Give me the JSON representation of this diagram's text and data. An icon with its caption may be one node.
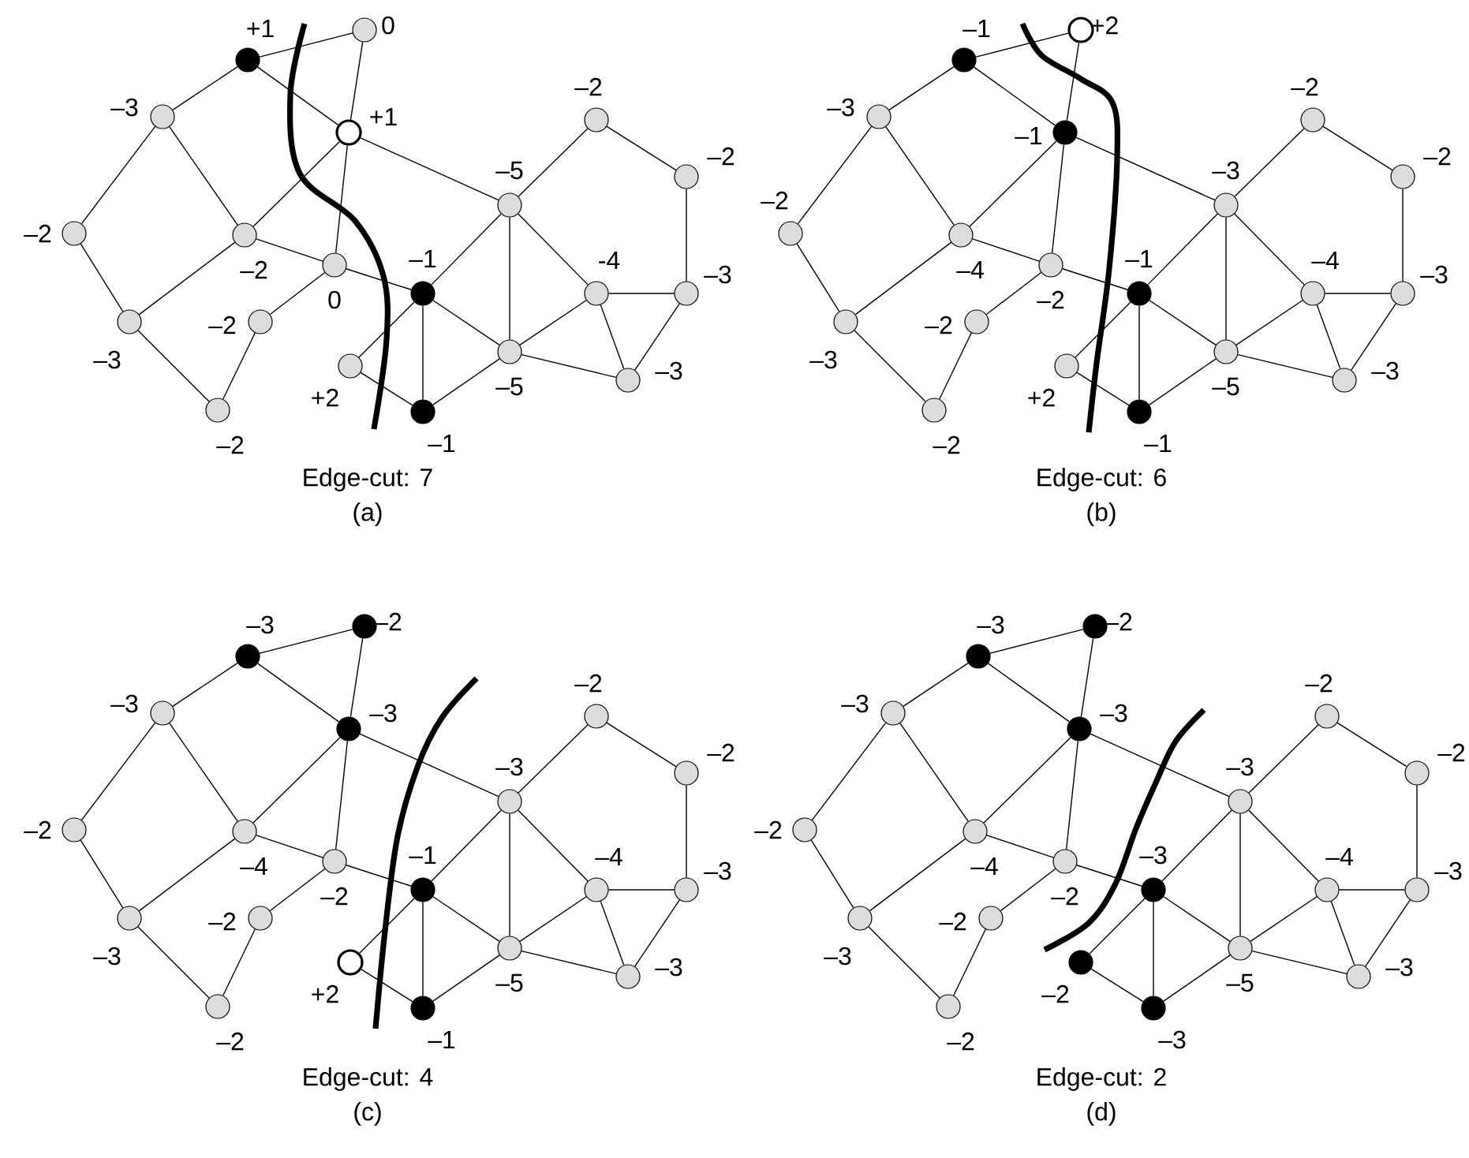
{
  "diagram": {
    "nodes": [
      {
        "text": [],
        "shape": "dot",
        "beside": [
          "+1"
        ]
      },
      {
        "text": [],
        "shape": "circle",
        "beside": [
          "0"
        ]
      },
      {
        "text": [],
        "shape": "ring",
        "beside": [
          "+1"
        ]
      },
      {
        "text": [],
        "shape": "circle",
        "beside": [
          "–3"
        ]
      },
      {
        "text": [],
        "shape": "circle",
        "beside": [
          "–2"
        ]
      },
      {
        "text": [],
        "shape": "circle",
        "beside": [
          "–2"
        ]
      },
      {
        "text": [],
        "shape": "circle",
        "beside": [
          "0"
        ]
      },
      {
        "text": [],
        "shape": "circle",
        "beside": [
          "–3"
        ]
      },
      {
        "text": [],
        "shape": "circle",
        "beside": [
          "–2"
        ]
      },
      {
        "text": [],
        "shape": "circle",
        "beside": [
          "–2"
        ]
      },
      {
        "text": [],
        "shape": "dot",
        "beside": [
          "–1"
        ]
      },
      {
        "text": [],
        "shape": "circle",
        "beside": [
          "+2"
        ]
      },
      {
        "text": [],
        "shape": "dot",
        "beside": [
          "–1"
        ]
      },
      {
        "text": [],
        "shape": "circle",
        "beside": [
          "–5"
        ]
      },
      {
        "text": [],
        "shape": "circle",
        "beside": [
          "–5"
        ]
      },
      {
        "text": [],
        "shape": "circle",
        "beside": [
          "–2"
        ]
      },
      {
        "text": [],
        "shape": "circle",
        "beside": [
          "–2"
        ]
      },
      {
        "text": [],
        "shape": "circle",
        "beside": [
          "-4"
        ]
      },
      {
        "text": [],
        "shape": "circle",
        "beside": [
          "–3"
        ]
      },
      {
        "text": [],
        "shape": "circle",
        "beside": [
          "–3"
        ]
      },
      {
        "text": [],
        "shape": "dot",
        "beside": [
          "–1"
        ]
      },
      {
        "text": [],
        "shape": "ring",
        "beside": [
          "+2"
        ]
      },
      {
        "text": [],
        "shape": "dot",
        "beside": [
          "–1"
        ]
      },
      {
        "text": [],
        "shape": "circle",
        "beside": [
          "–3"
        ]
      },
      {
        "text": [],
        "shape": "circle",
        "beside": [
          "–2"
        ]
      },
      {
        "text": [],
        "shape": "circle",
        "beside": [
          "–4"
        ]
      },
      {
        "text": [],
        "shape": "circle",
        "beside": [
          "–2"
        ]
      },
      {
        "text": [],
        "shape": "circle",
        "beside": [
          "–3"
        ]
      },
      {
        "text": [],
        "shape": "circle",
        "beside": [
          "–2"
        ]
      },
      {
        "text": [],
        "shape": "circle",
        "beside": [
          "–2"
        ]
      },
      {
        "text": [],
        "shape": "dot",
        "beside": [
          "–1"
        ]
      },
      {
        "text": [],
        "shape": "circle",
        "beside": [
          "+2"
        ]
      },
      {
        "text": [],
        "shape": "dot",
        "beside": [
          "–1"
        ]
      },
      {
        "text": [],
        "shape": "circle",
        "beside": [
          "–3"
        ]
      },
      {
        "text": [],
        "shape": "circle",
        "beside": [
          "–5"
        ]
      },
      {
        "text": [],
        "shape": "circle",
        "beside": [
          "–2"
        ]
      },
      {
        "text": [],
        "shape": "circle",
        "beside": [
          "–2"
        ]
      },
      {
        "text": [],
        "shape": "circle",
        "beside": [
          "–4"
        ]
      },
      {
        "text": [],
        "shape": "circle",
        "beside": [
          "–3"
        ]
      },
      {
        "text": [],
        "shape": "circle",
        "beside": [
          "–3"
        ]
      },
      {
        "text": [],
        "shape": "dot",
        "beside": [
          "–3"
        ]
      },
      {
        "text": [],
        "shape": "dot",
        "beside": [
          "–2"
        ]
      },
      {
        "text": [],
        "shape": "dot",
        "beside": [
          "–3"
        ]
      },
      {
        "text": [],
        "shape": "circle",
        "beside": [
          "–3"
        ]
      },
      {
        "text": [],
        "shape": "circle",
        "beside": [
          "–2"
        ]
      },
      {
        "text": [],
        "shape": "circle",
        "beside": [
          "–4"
        ]
      },
      {
        "text": [],
        "shape": "circle",
        "beside": [
          "–2"
        ]
      },
      {
        "text": [],
        "shape": "circle",
        "beside": [
          "–3"
        ]
      },
      {
        "text": [],
        "shape": "circle",
        "beside": [
          "–2"
        ]
      },
      {
        "text": [],
        "shape": "circle",
        "beside": [
          "–2"
        ]
      },
      {
        "text": [],
        "shape": "dot",
        "beside": [
          "–1"
        ]
      },
      {
        "text": [],
        "shape": "ring",
        "beside": [
          "+2"
        ]
      },
      {
        "text": [],
        "shape": "dot",
        "beside": [
          "–1"
        ]
      },
      {
        "text": [],
        "shape": "circle",
        "beside": [
          "–3"
        ]
      },
      {
        "text": [],
        "shape": "circle",
        "beside": [
          "–5"
        ]
      },
      {
        "text": [],
        "shape": "circle",
        "beside": [
          "–2"
        ]
      },
      {
        "text": [],
        "shape": "circle",
        "beside": [
          "–2"
        ]
      },
      {
        "text": [],
        "shape": "circle",
        "beside": [
          "–4"
        ]
      },
      {
        "text": [],
        "shape": "circle",
        "beside": [
          "–3"
        ]
      },
      {
        "text": [],
        "shape": "circle",
        "beside": [
          "–3"
        ]
      },
      {
        "text": [],
        "shape": "dot",
        "beside": [
          "–3"
        ]
      },
      {
        "text": [],
        "shape": "dot",
        "beside": [
          "–2"
        ]
      },
      {
        "text": [],
        "shape": "dot",
        "beside": [
          "–3"
        ]
      },
      {
        "text": [],
        "shape": "circle",
        "beside": [
          "–3"
        ]
      },
      {
        "text": [],
        "shape": "circle",
        "beside": [
          "–2"
        ]
      },
      {
        "text": [],
        "shape": "circle",
        "beside": [
          "–4"
        ]
      },
      {
        "text": [],
        "shape": "circle",
        "beside": [
          "–2"
        ]
      },
      {
        "text": [],
        "shape": "circle",
        "beside": [
          "–3"
        ]
      },
      {
        "text": [],
        "shape": "circle",
        "beside": [
          "–2"
        ]
      },
      {
        "text": [],
        "shape": "circle",
        "beside": [
          "–2"
        ]
      },
      {
        "text": [],
        "shape": "dot",
        "beside": [
          "–3"
        ]
      },
      {
        "text": [],
        "shape": "dot",
        "beside": [
          "–2"
        ]
      },
      {
        "text": [],
        "shape": "dot",
        "beside": [
          "–3"
        ]
      },
      {
        "text": [],
        "shape": "circle",
        "beside": [
          "–3"
        ]
      },
      {
        "text": [],
        "shape": "circle",
        "beside": [
          "–5"
        ]
      },
      {
        "text": [],
        "shape": "circle",
        "beside": [
          "–2"
        ]
      },
      {
        "text": [],
        "shape": "circle",
        "beside": [
          "–2"
        ]
      },
      {
        "text": [],
        "shape": "circle",
        "beside": [
          "–4"
        ]
      },
      {
        "text": [],
        "shape": "circle",
        "beside": [
          "–3"
        ]
      },
      {
        "text": [],
        "shape": "circle",
        "beside": [
          "–3"
        ]
      }
    ],
    "edges": [
      {
        "from": 0,
        "to": 1,
        "arrow": "none"
      },
      {
        "from": 0,
        "to": 3,
        "arrow": "none"
      },
      {
        "from": 0,
        "to": 2,
        "arrow": "none"
      },
      {
        "from": 1,
        "to": 2,
        "arrow": "none"
      },
      {
        "from": 2,
        "to": 6,
        "arrow": "none"
      },
      {
        "from": 2,
        "to": 5,
        "arrow": "none"
      },
      {
        "from": 2,
        "to": 13,
        "arrow": "none"
      },
      {
        "from": 3,
        "to": 4,
        "arrow": "none"
      },
      {
        "from": 3,
        "to": 5,
        "arrow": "none"
      },
      {
        "from": 4,
        "to": 7,
        "arrow": "none"
      },
      {
        "from": 5,
        "to": 7,
        "arrow": "none"
      },
      {
        "from": 5,
        "to": 6,
        "arrow": "none"
      },
      {
        "from": 6,
        "to": 10,
        "arrow": "none"
      },
      {
        "from": 6,
        "to": 8,
        "arrow": "none"
      },
      {
        "from": 8,
        "to": 9,
        "arrow": "none"
      },
      {
        "from": 7,
        "to": 9,
        "arrow": "none"
      },
      {
        "from": 10,
        "to": 11,
        "arrow": "none"
      },
      {
        "from": 10,
        "to": 12,
        "arrow": "none"
      },
      {
        "from": 10,
        "to": 13,
        "arrow": "none"
      },
      {
        "from": 10,
        "to": 14,
        "arrow": "none"
      },
      {
        "from": 11,
        "to": 12,
        "arrow": "none"
      },
      {
        "from": 12,
        "to": 14,
        "arrow": "none"
      },
      {
        "from": 13,
        "to": 14,
        "arrow": "none"
      },
      {
        "from": 13,
        "to": 15,
        "arrow": "none"
      },
      {
        "from": 13,
        "to": 17,
        "arrow": "none"
      },
      {
        "from": 15,
        "to": 16,
        "arrow": "none"
      },
      {
        "from": 16,
        "to": 18,
        "arrow": "none"
      },
      {
        "from": 17,
        "to": 18,
        "arrow": "none"
      },
      {
        "from": 17,
        "to": 14,
        "arrow": "none"
      },
      {
        "from": 17,
        "to": 19,
        "arrow": "none"
      },
      {
        "from": 18,
        "to": 19,
        "arrow": "none"
      },
      {
        "from": 14,
        "to": 19,
        "arrow": "none"
      },
      {
        "from": 20,
        "to": 21,
        "arrow": "none"
      },
      {
        "from": 20,
        "to": 23,
        "arrow": "none"
      },
      {
        "from": 20,
        "to": 22,
        "arrow": "none"
      },
      {
        "from": 21,
        "to": 22,
        "arrow": "none"
      },
      {
        "from": 22,
        "to": 26,
        "arrow": "none"
      },
      {
        "from": 22,
        "to": 25,
        "arrow": "none"
      },
      {
        "from": 22,
        "to": 33,
        "arrow": "none"
      },
      {
        "from": 23,
        "to": 24,
        "arrow": "none"
      },
      {
        "from": 23,
        "to": 25,
        "arrow": "none"
      },
      {
        "from": 24,
        "to": 27,
        "arrow": "none"
      },
      {
        "from": 25,
        "to": 27,
        "arrow": "none"
      },
      {
        "from": 25,
        "to": 26,
        "arrow": "none"
      },
      {
        "from": 26,
        "to": 30,
        "arrow": "none"
      },
      {
        "from": 26,
        "to": 28,
        "arrow": "none"
      },
      {
        "from": 28,
        "to": 29,
        "arrow": "none"
      },
      {
        "from": 27,
        "to": 29,
        "arrow": "none"
      },
      {
        "from": 30,
        "to": 31,
        "arrow": "none"
      },
      {
        "from": 30,
        "to": 32,
        "arrow": "none"
      },
      {
        "from": 30,
        "to": 33,
        "arrow": "none"
      },
      {
        "from": 30,
        "to": 34,
        "arrow": "none"
      },
      {
        "from": 31,
        "to": 32,
        "arrow": "none"
      },
      {
        "from": 32,
        "to": 34,
        "arrow": "none"
      },
      {
        "from": 33,
        "to": 34,
        "arrow": "none"
      },
      {
        "from": 33,
        "to": 35,
        "arrow": "none"
      },
      {
        "from": 33,
        "to": 37,
        "arrow": "none"
      },
      {
        "from": 35,
        "to": 36,
        "arrow": "none"
      },
      {
        "from": 36,
        "to": 38,
        "arrow": "none"
      },
      {
        "from": 37,
        "to": 38,
        "arrow": "none"
      },
      {
        "from": 37,
        "to": 34,
        "arrow": "none"
      },
      {
        "from": 37,
        "to": 39,
        "arrow": "none"
      },
      {
        "from": 38,
        "to": 39,
        "arrow": "none"
      },
      {
        "from": 34,
        "to": 39,
        "arrow": "none"
      },
      {
        "from": 40,
        "to": 41,
        "arrow": "none"
      },
      {
        "from": 40,
        "to": 43,
        "arrow": "none"
      },
      {
        "from": 40,
        "to": 42,
        "arrow": "none"
      },
      {
        "from": 41,
        "to": 42,
        "arrow": "none"
      },
      {
        "from": 42,
        "to": 46,
        "arrow": "none"
      },
      {
        "from": 42,
        "to": 45,
        "arrow": "none"
      },
      {
        "from": 42,
        "to": 53,
        "arrow": "none"
      },
      {
        "from": 43,
        "to": 44,
        "arrow": "none"
      },
      {
        "from": 43,
        "to": 45,
        "arrow": "none"
      },
      {
        "from": 44,
        "to": 47,
        "arrow": "none"
      },
      {
        "from": 45,
        "to": 47,
        "arrow": "none"
      },
      {
        "from": 45,
        "to": 46,
        "arrow": "none"
      },
      {
        "from": 46,
        "to": 50,
        "arrow": "none"
      },
      {
        "from": 46,
        "to": 48,
        "arrow": "none"
      },
      {
        "from": 48,
        "to": 49,
        "arrow": "none"
      },
      {
        "from": 47,
        "to": 49,
        "arrow": "none"
      },
      {
        "from": 50,
        "to": 51,
        "arrow": "none"
      },
      {
        "from": 50,
        "to": 52,
        "arrow": "none"
      },
      {
        "from": 50,
        "to": 53,
        "arrow": "none"
      },
      {
        "from": 50,
        "to": 54,
        "arrow": "none"
      },
      {
        "from": 51,
        "to": 52,
        "arrow": "none"
      },
      {
        "from": 52,
        "to": 54,
        "arrow": "none"
      },
      {
        "from": 53,
        "to": 54,
        "arrow": "none"
      },
      {
        "from": 53,
        "to": 55,
        "arrow": "none"
      },
      {
        "from": 53,
        "to": 57,
        "arrow": "none"
      },
      {
        "from": 55,
        "to": 56,
        "arrow": "none"
      },
      {
        "from": 56,
        "to": 58,
        "arrow": "none"
      },
      {
        "from": 57,
        "to": 58,
        "arrow": "none"
      },
      {
        "from": 57,
        "to": 54,
        "arrow": "none"
      },
      {
        "from": 57,
        "to": 59,
        "arrow": "none"
      },
      {
        "from": 58,
        "to": 59,
        "arrow": "none"
      },
      {
        "from": 54,
        "to": 59,
        "arrow": "none"
      },
      {
        "from": 60,
        "to": 61,
        "arrow": "none"
      },
      {
        "from": 60,
        "to": 63,
        "arrow": "none"
      },
      {
        "from": 60,
        "to": 62,
        "arrow": "none"
      },
      {
        "from": 61,
        "to": 62,
        "arrow": "none"
      },
      {
        "from": 62,
        "to": 66,
        "arrow": "none"
      },
      {
        "from": 62,
        "to": 65,
        "arrow": "none"
      },
      {
        "from": 62,
        "to": 73,
        "arrow": "none"
      },
      {
        "from": 63,
        "to": 64,
        "arrow": "none"
      },
      {
        "from": 63,
        "to": 65,
        "arrow": "none"
      },
      {
        "from": 64,
        "to": 67,
        "arrow": "none"
      },
      {
        "from": 65,
        "to": 67,
        "arrow": "none"
      },
      {
        "from": 65,
        "to": 66,
        "arrow": "none"
      },
      {
        "from": 66,
        "to": 70,
        "arrow": "none"
      },
      {
        "from": 66,
        "to": 68,
        "arrow": "none"
      },
      {
        "from": 68,
        "to": 69,
        "arrow": "none"
      },
      {
        "from": 67,
        "to": 69,
        "arrow": "none"
      },
      {
        "from": 70,
        "to": 71,
        "arrow": "none"
      },
      {
        "from": 70,
        "to": 72,
        "arrow": "none"
      },
      {
        "from": 70,
        "to": 73,
        "arrow": "none"
      },
      {
        "from": 70,
        "to": 74,
        "arrow": "none"
      },
      {
        "from": 71,
        "to": 72,
        "arrow": "none"
      },
      {
        "from": 72,
        "to": 74,
        "arrow": "none"
      },
      {
        "from": 73,
        "to": 74,
        "arrow": "none"
      },
      {
        "from": 73,
        "to": 75,
        "arrow": "none"
      },
      {
        "from": 73,
        "to": 77,
        "arrow": "none"
      },
      {
        "from": 75,
        "to": 76,
        "arrow": "none"
      },
      {
        "from": 76,
        "to": 78,
        "arrow": "none"
      },
      {
        "from": 77,
        "to": 78,
        "arrow": "none"
      },
      {
        "from": 77,
        "to": 74,
        "arrow": "none"
      },
      {
        "from": 77,
        "to": 79,
        "arrow": "none"
      },
      {
        "from": 78,
        "to": 79,
        "arrow": "none"
      },
      {
        "from": 74,
        "to": 79,
        "arrow": "none"
      }
    ],
    "labels": [
      "Edge-cut: 7",
      "(a)",
      "Edge-cut: 6",
      "(b)",
      "Edge-cut: 4",
      "(c)",
      "Edge-cut: 2",
      "(d)"
    ]
  }
}
